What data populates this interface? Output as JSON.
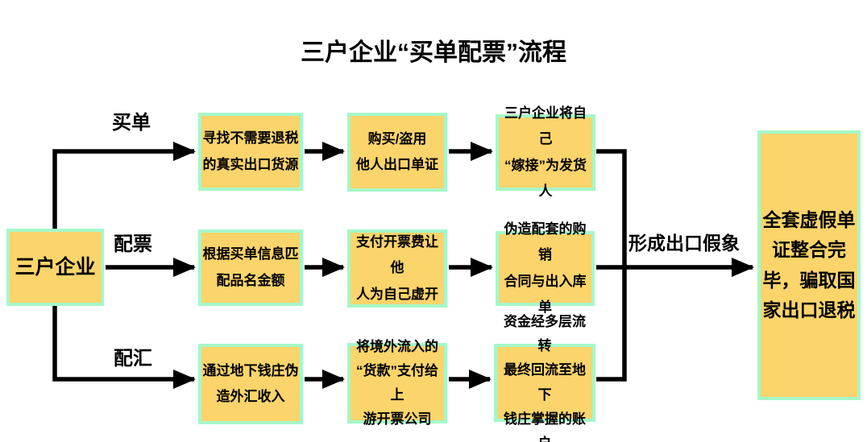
{
  "title": "三户企业“买单配票”流程",
  "source_box": {
    "label": "三户企业"
  },
  "branches": [
    {
      "label": "买单",
      "steps": [
        "寻找不需要退税\n的真实出口货源",
        "购买/盗用\n他人出口单证",
        "三户企业将自己\n“嫁接”为发货人"
      ]
    },
    {
      "label": "配票",
      "steps": [
        "根据买单信息匹\n配品名金额",
        "支付开票费让他\n人为自己虚开",
        "伪造配套的购销\n合同与出入库单"
      ]
    },
    {
      "label": "配汇",
      "steps": [
        "通过地下钱庄伪\n造外汇收入",
        "将境外流入的\n“货款”支付给上\n游开票公司",
        "资金经多层流转\n最终回流至地下\n钱庄掌握的账户"
      ]
    }
  ],
  "merge_label": "形成出口假象",
  "result_box": {
    "label": "全套虚假单\n证整合完\n毕，骗取国\n家出口退税"
  },
  "colors": {
    "box_fill": "#FBD46B",
    "box_border": "#A6F7C9",
    "line": "#000000"
  }
}
